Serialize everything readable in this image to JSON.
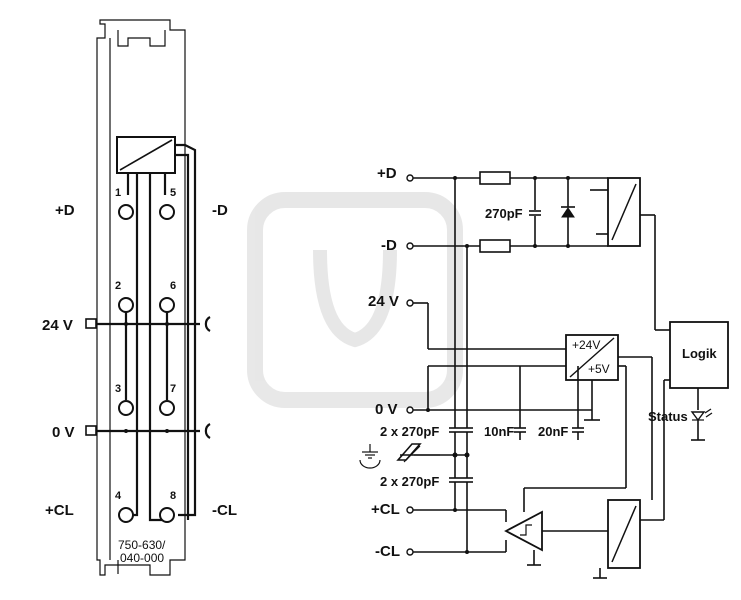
{
  "left_module": {
    "side_labels": {
      "plus_d": "+D",
      "minus_d": "-D",
      "v24": "24 V",
      "v0": "0 V",
      "plus_cl": "+CL",
      "minus_cl": "-CL"
    },
    "pins": [
      "1",
      "5",
      "2",
      "6",
      "3",
      "7",
      "4",
      "8"
    ],
    "part_number_line1": "750-630/",
    "part_number_line2": "040-000"
  },
  "schematic": {
    "terminals": {
      "plus_d": "+D",
      "minus_d": "-D",
      "v24": "24 V",
      "v0": "0 V",
      "plus_cl": "+CL",
      "minus_cl": "-CL"
    },
    "cap_d": "270pF",
    "cap_shield_top": "2 x 270pF",
    "cap_shield_bottom": "2 x 270pF",
    "cap_10nf": "10nF",
    "cap_20nf": "20nF",
    "converter_in": "+24V",
    "converter_out": "+5V",
    "logic_block": "Logik",
    "status_label": "Status"
  }
}
